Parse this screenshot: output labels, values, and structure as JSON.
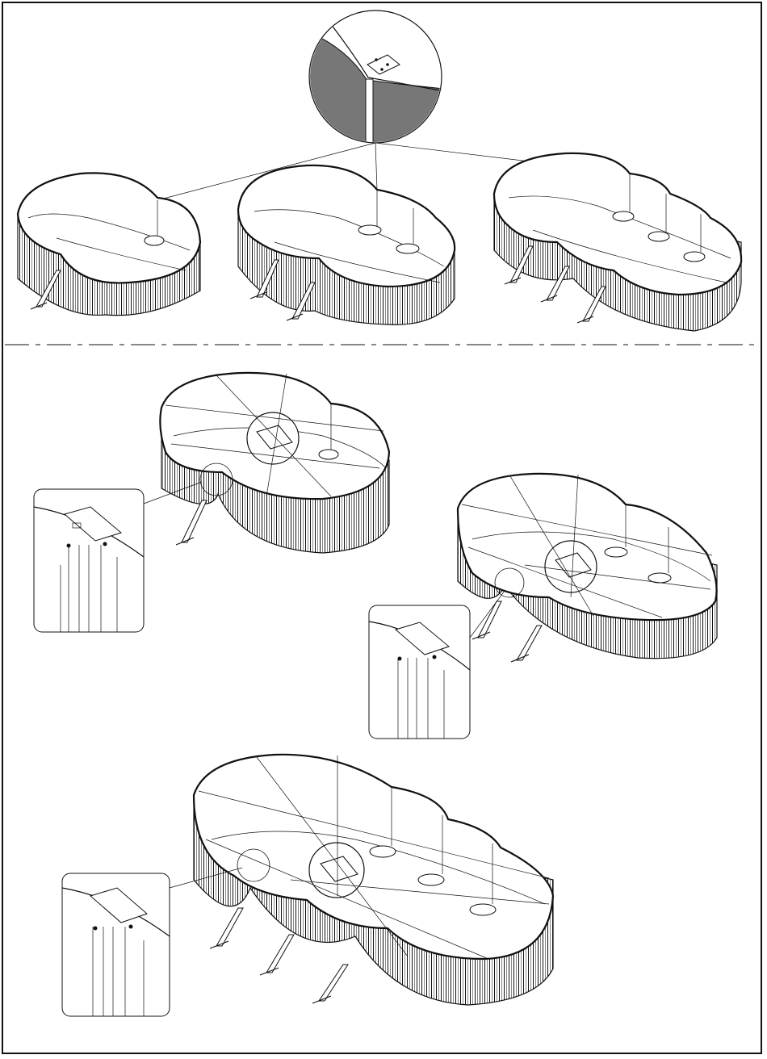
{
  "diagram": {
    "kind": "assembly-instructions",
    "colors": {
      "line": "#111111",
      "wall_shade": "#777777",
      "background": "#ffffff"
    },
    "steps": [
      {
        "id": "overview-small",
        "uprights": 1
      },
      {
        "id": "overview-medium",
        "uprights": 2
      },
      {
        "id": "overview-large",
        "uprights": 3
      },
      {
        "id": "step-small",
        "uprights": 1
      },
      {
        "id": "step-medium",
        "uprights": 2
      },
      {
        "id": "step-large",
        "uprights": 3
      }
    ]
  }
}
